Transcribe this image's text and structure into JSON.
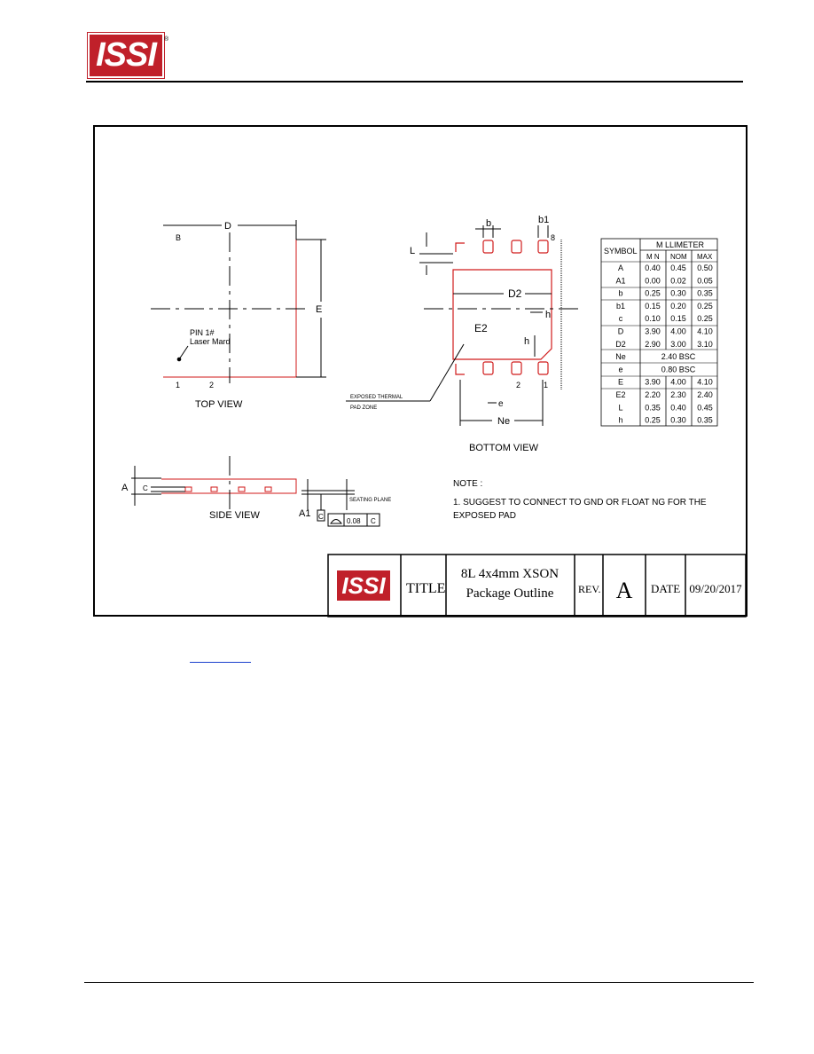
{
  "header": {
    "logo_text": "ISSI",
    "registered_mark": "®"
  },
  "drawing": {
    "top_view": {
      "label": "TOP VIEW",
      "dim_d": "D",
      "dim_e": "E",
      "marker_b": "B",
      "pin_mark_1": "PIN 1#",
      "pin_mark_2": "Laser Mard",
      "pin_1": "1",
      "pin_2": "2"
    },
    "bottom_view": {
      "label": "BOTTOM VIEW",
      "dim_b": "b",
      "dim_b1": "b1",
      "dim_b1_suffix": "8",
      "dim_l": "L",
      "dim_d2": "D2",
      "dim_e2": "E2",
      "dim_h_1": "h",
      "dim_h_2": "h",
      "dim_e": "e",
      "dim_ne": "Ne",
      "pin_2": "2",
      "pin_1": "1",
      "thermal_1": "EXPOSED THERMAL",
      "thermal_2": "PAD ZONE"
    },
    "side_view": {
      "label": "SIDE VIEW",
      "dim_a": "A",
      "dim_c": "C",
      "dim_a1": "A1",
      "seating_plane": "SEATING PLANE",
      "datum_c": "C",
      "tol_value": "0.08",
      "tol_datum": "C"
    },
    "notes": {
      "heading": "NOTE :",
      "line_1": "1. SUGGEST TO CONNECT TO GND OR FLOAT NG FOR THE",
      "line_2": "EXPOSED PAD"
    },
    "dimension_table": {
      "symbol_header": "SYMBOL",
      "unit_header": "M LLIMETER",
      "col_min": "M N",
      "col_nom": "NOM",
      "col_max": "MAX",
      "rows": [
        {
          "sym": "A",
          "min": "0.40",
          "nom": "0.45",
          "max": "0.50"
        },
        {
          "sym": "A1",
          "min": "0.00",
          "nom": "0.02",
          "max": "0.05"
        },
        {
          "sym": "b",
          "min": "0.25",
          "nom": "0.30",
          "max": "0.35"
        },
        {
          "sym": "b1",
          "min": "0.15",
          "nom": "0.20",
          "max": "0.25"
        },
        {
          "sym": "c",
          "min": "0.10",
          "nom": "0.15",
          "max": "0.25"
        },
        {
          "sym": "D",
          "min": "3.90",
          "nom": "4.00",
          "max": "4.10"
        },
        {
          "sym": "D2",
          "min": "2.90",
          "nom": "3.00",
          "max": "3.10"
        },
        {
          "sym": "Ne",
          "span": "2.40 BSC"
        },
        {
          "sym": "e",
          "span": "0.80 BSC"
        },
        {
          "sym": "E",
          "min": "3.90",
          "nom": "4.00",
          "max": "4.10"
        },
        {
          "sym": "E2",
          "min": "2.20",
          "nom": "2.30",
          "max": "2.40"
        },
        {
          "sym": "L",
          "min": "0.35",
          "nom": "0.40",
          "max": "0.45"
        },
        {
          "sym": "h",
          "min": "0.25",
          "nom": "0.30",
          "max": "0.35"
        }
      ]
    },
    "title_block": {
      "logo_text": "ISSI",
      "title_label": "TITLE",
      "title_line_1": "8L 4x4mm XSON",
      "title_line_2": "Package  Outline",
      "rev_label": "REV.",
      "rev_value": "A",
      "date_label": "DATE",
      "date_value": "09/20/2017"
    }
  },
  "colors": {
    "brand_red": "#c0202a",
    "outline_red": "#d01a1a",
    "link_blue": "#1a3fcc"
  }
}
